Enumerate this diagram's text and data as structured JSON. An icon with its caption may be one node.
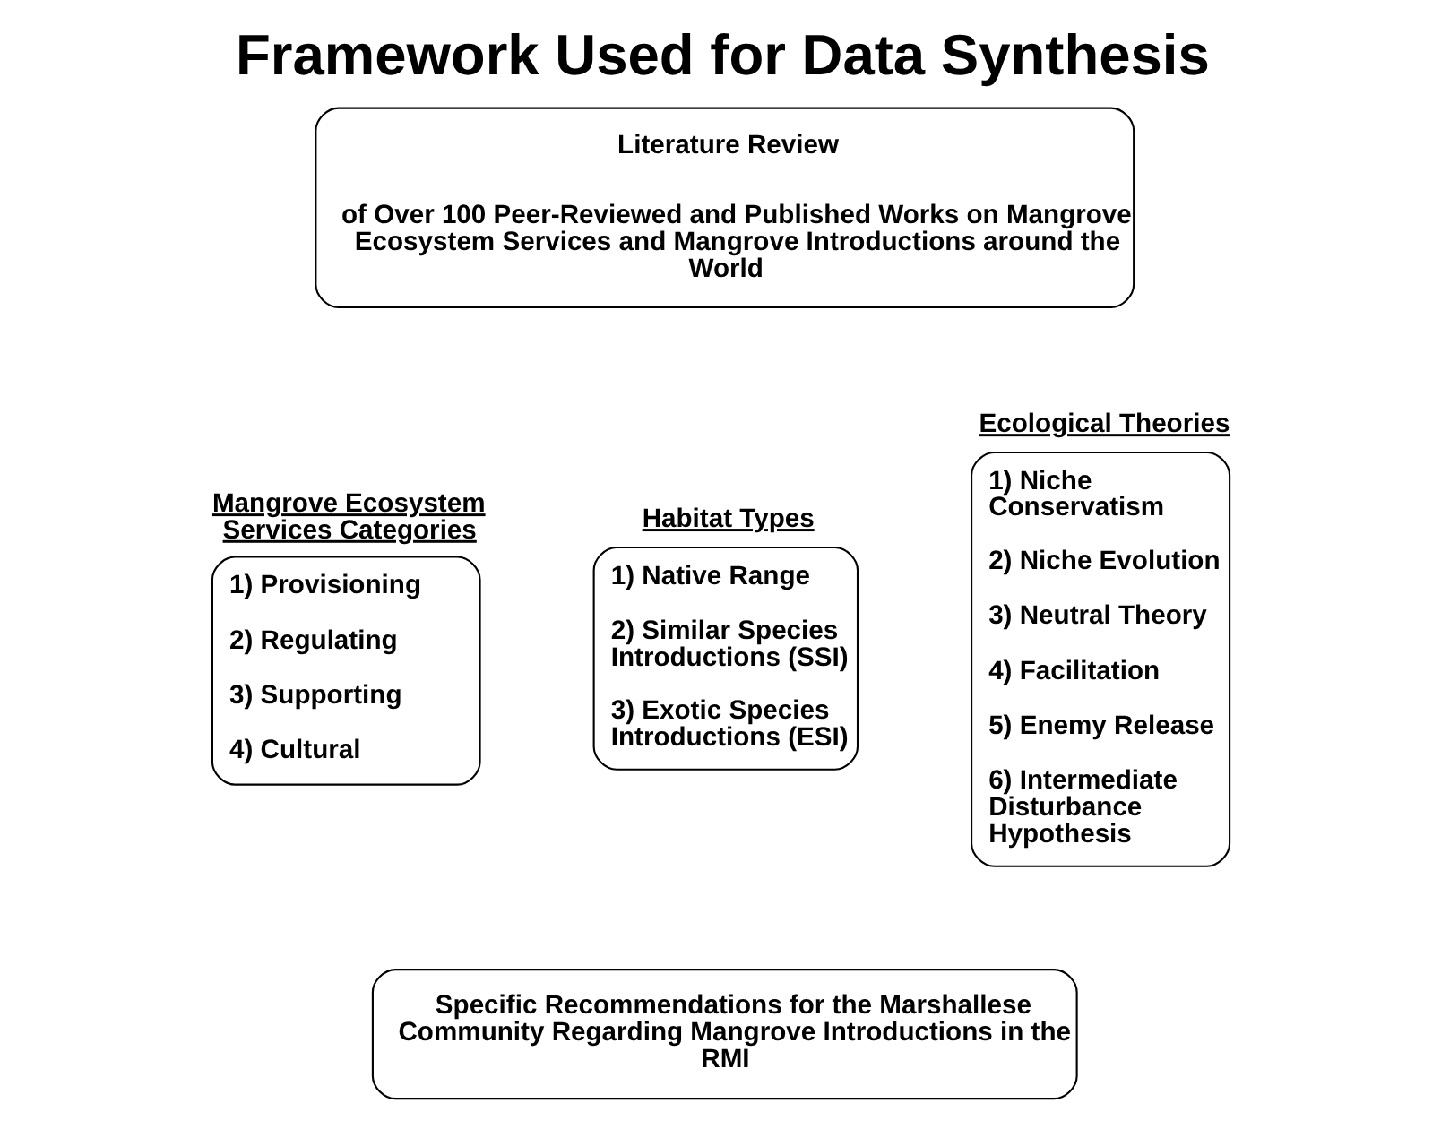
{
  "diagram": {
    "title": "Framework Used for Data Synthesis",
    "nodes": [
      {
        "text": [
          "Literature Review",
          "of Over 100 Peer-Reviewed and Published Works on Mangrove Ecosystem Services and Mangrove Introductions around the World"
        ]
      },
      {
        "text": [
          "Mangrove Ecosystem Services Categories",
          "1) Provisioning",
          "2) Regulating",
          "3) Supporting",
          "4) Cultural"
        ]
      },
      {
        "text": [
          "Habitat Types",
          "1) Native Range",
          "2) Similar Species Introductions (SSI)",
          "3) Exotic Species Introductions (ESI)"
        ]
      },
      {
        "text": [
          "Ecological Theories",
          "1) Niche Conservatism",
          "2) Niche Evolution",
          "3) Neutral Theory",
          "4) Facilitation",
          "5) Enemy Release",
          "6) Intermediate Disturbance Hypothesis"
        ]
      },
      {
        "text": [
          "Specific Recommendations for the Marshallese Community Regarding Mangrove Introductions in the RMI"
        ]
      }
    ]
  }
}
